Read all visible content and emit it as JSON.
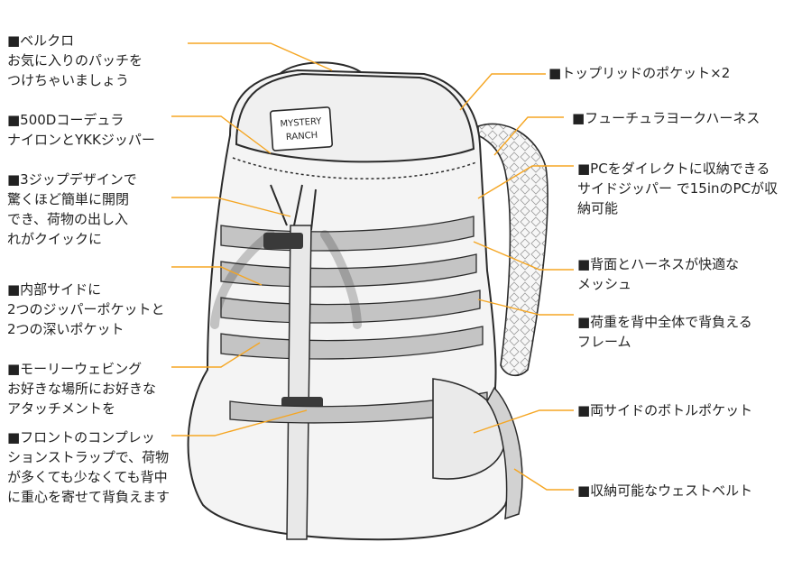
{
  "brand_logo_text": [
    "MYSTERY",
    "RANCH"
  ],
  "colors": {
    "leader": "#f5a623",
    "outline": "#2b2b2b",
    "webbing": "#bdbdbd",
    "body": "#f4f4f4",
    "mesh": "#e6e6e6"
  },
  "left_callouts": [
    {
      "id": "velcro",
      "lines": [
        "■ベルクロ",
        "お気に入りのパッチを",
        "つけちゃいましょう"
      ]
    },
    {
      "id": "nylon",
      "lines": [
        "■500Dコーデュラ",
        "ナイロンとYKKジッパー"
      ]
    },
    {
      "id": "3zip",
      "lines": [
        "■3ジップデザインで",
        "驚くほど簡単に開閉",
        "でき、荷物の出し入",
        "れがクイックに"
      ]
    },
    {
      "id": "inner",
      "lines": [
        "■内部サイドに",
        "2つのジッパーポケットと",
        "2つの深いポケット"
      ]
    },
    {
      "id": "molle",
      "lines": [
        "■モーリーウェビング",
        "お好きな場所にお好きな",
        "アタッチメントを"
      ]
    },
    {
      "id": "strap",
      "lines": [
        "■フロントのコンプレッ",
        "ションストラップで、荷物",
        "が多くても少なくても背中",
        "に重心を寄せて背負えます"
      ]
    }
  ],
  "right_callouts": [
    {
      "id": "toplid",
      "lines": [
        "■トップリッドのポケット×2"
      ]
    },
    {
      "id": "harness",
      "lines": [
        "■フューチュラヨークハーネス"
      ]
    },
    {
      "id": "pc",
      "lines": [
        "■PCをダイレクトに収納できる",
        "サイドジッパー で15inのPCが収",
        "納可能"
      ]
    },
    {
      "id": "mesh",
      "lines": [
        "■背面とハーネスが快適な",
        "メッシュ"
      ]
    },
    {
      "id": "frame",
      "lines": [
        "■荷重を背中全体で背負える",
        "フレーム"
      ]
    },
    {
      "id": "bottle",
      "lines": [
        "■両サイドのボトルポケット"
      ]
    },
    {
      "id": "waist",
      "lines": [
        "■収納可能なウェストベルト"
      ]
    }
  ]
}
